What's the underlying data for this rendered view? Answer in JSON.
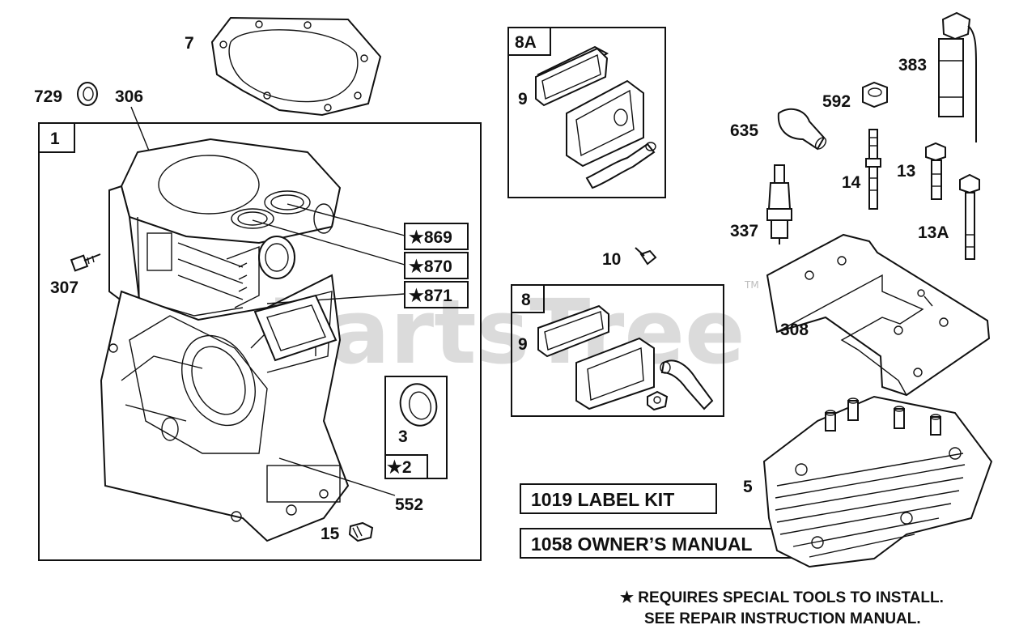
{
  "watermark": {
    "text": "PartsTree",
    "tm": "TM"
  },
  "callouts": {
    "c7": "7",
    "c729": "729",
    "c306": "306",
    "c307": "307",
    "c869": "★869",
    "c870": "★870",
    "c871": "★871",
    "c3": "3",
    "c2": "★2",
    "c552": "552",
    "c15": "15",
    "c9a": "9",
    "c10": "10",
    "c9b": "9",
    "c383": "383",
    "c592": "592",
    "c635": "635",
    "c14": "14",
    "c13": "13",
    "c337": "337",
    "c13a": "13A",
    "c308": "308",
    "c5": "5"
  },
  "boxes": {
    "b1": "1",
    "b8a": "8A",
    "b8": "8"
  },
  "kits": {
    "label_kit": "1019 LABEL KIT",
    "owners_manual": "1058 OWNER’S MANUAL"
  },
  "note": {
    "line1": "★ REQUIRES SPECIAL TOOLS TO INSTALL.",
    "line2": "SEE REPAIR INSTRUCTION MANUAL."
  }
}
